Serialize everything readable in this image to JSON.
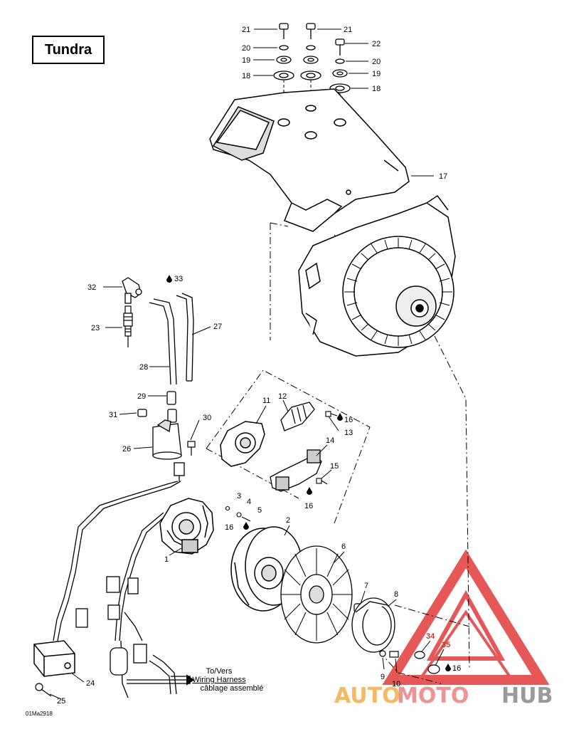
{
  "title": "Tundra",
  "callouts": {
    "c1": "1",
    "c2": "2",
    "c3": "3",
    "c4": "4",
    "c5": "5",
    "c6": "6",
    "c7": "7",
    "c8": "8",
    "c9": "9",
    "c10": "10",
    "c11": "11",
    "c12": "12",
    "c13": "13",
    "c14": "14",
    "c15": "15",
    "c16a": "16",
    "c16b": "16",
    "c16c": "16",
    "c16d": "16",
    "c17": "17",
    "c18a": "18",
    "c18b": "18",
    "c19a": "19",
    "c19b": "19",
    "c20a": "20",
    "c20b": "20",
    "c21a": "21",
    "c21b": "21",
    "c22": "22",
    "c23": "23",
    "c24": "24",
    "c25": "25",
    "c26": "26",
    "c27": "27",
    "c28": "28",
    "c29": "29",
    "c30": "30",
    "c31": "31",
    "c32": "32",
    "c33": "33",
    "c34": "34",
    "c35": "35"
  },
  "harness_note": {
    "line1": "To/Vers",
    "line2": "Wiring Harness",
    "line3": "câblage assemblé"
  },
  "figure_code": "01Ma2918",
  "watermark": {
    "part1": "AUTO",
    "part2": "MOTO",
    "part3": "HUB",
    "colors": {
      "auto": "#f5b95f",
      "moto": "#ee9292",
      "hub": "#9a9a9a",
      "triangle": "#e23c3c"
    }
  }
}
